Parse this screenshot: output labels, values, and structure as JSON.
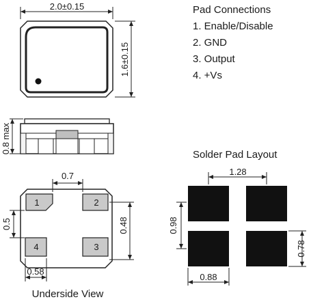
{
  "top_view": {
    "width_dim": "2.0±0.15",
    "height_dim": "1.6±0.15"
  },
  "side_view": {
    "height_dim": "0.8 max"
  },
  "underside_view": {
    "title": "Underside View",
    "pad_gap_dim": "0.7",
    "pad_height_dim": "0.5",
    "pad_pitch_dim": "0.48",
    "pad_width_dim": "0.58",
    "pads": [
      "1",
      "2",
      "3",
      "4"
    ]
  },
  "pad_connections": {
    "title": "Pad Connections",
    "items": [
      "1. Enable/Disable",
      "2. GND",
      "3. Output",
      "4. +Vs"
    ]
  },
  "solder_layout": {
    "title": "Solder Pad Layout",
    "spacing_dim": "1.28",
    "pad_height_dim": "0.98",
    "pad_width_dim": "0.88",
    "pad_gap_dim": "0.78"
  }
}
